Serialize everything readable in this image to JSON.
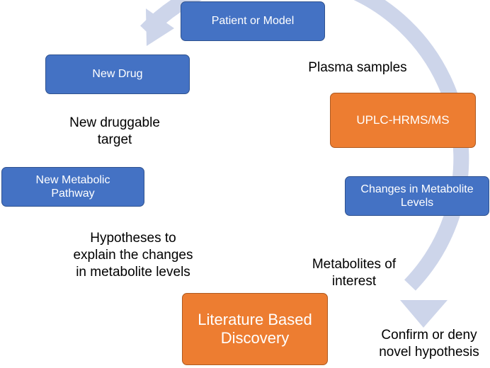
{
  "colors": {
    "ring": "#CDD5EA",
    "blue_box": "#4472C4",
    "blue_border": "#2F528F",
    "orange_box": "#ED7D31",
    "orange_border": "#AE5A21",
    "box_text": "#FFFFFF",
    "label_text": "#000000"
  },
  "nodes": {
    "patient_or_model": "Patient or Model",
    "uplc_hrms_ms": "UPLC-HRMS/MS",
    "changes_in_metabolite_levels": "Changes in Metabolite\nLevels",
    "literature_based_discovery": "Literature Based\nDiscovery",
    "new_metabolic_pathway": "New Metabolic\nPathway",
    "new_drug": "New Drug"
  },
  "edge_labels": {
    "plasma_samples": "Plasma samples",
    "metabolites_of_interest": "Metabolites of\ninterest",
    "confirm_or_deny": "Confirm or deny\nnovel hypothesis",
    "hypotheses": "Hypotheses to\nexplain the changes\nin metabolite levels",
    "new_druggable_target": "New druggable\ntarget"
  }
}
